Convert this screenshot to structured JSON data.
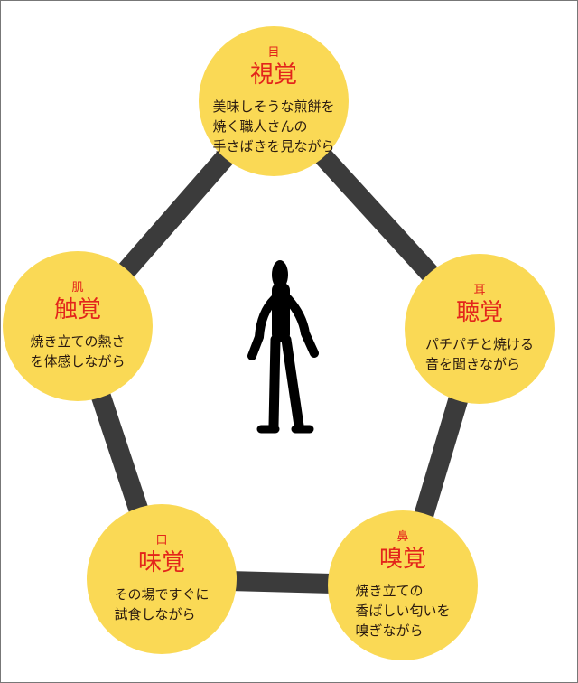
{
  "colors": {
    "circle": "#fad955",
    "accent": "#e3251b",
    "connector": "#3b3b3b",
    "figure": "#000000"
  },
  "figure": {
    "icon": "person-silhouette-icon"
  },
  "senses": [
    {
      "organ": "目",
      "sense": "視覚",
      "desc": "美味しそうな煎餅を\n焼く職人さんの\n手さばきを見ながら"
    },
    {
      "organ": "耳",
      "sense": "聴覚",
      "desc": "パチパチと焼ける\n音を聞きながら"
    },
    {
      "organ": "鼻",
      "sense": "嗅覚",
      "desc": "焼き立ての\n香ばしい匂いを\n嗅ぎながら"
    },
    {
      "organ": "口",
      "sense": "味覚",
      "desc": "その場ですぐに\n試食しながら"
    },
    {
      "organ": "肌",
      "sense": "触覚",
      "desc": "焼き立ての熱さ\nを体感しながら"
    }
  ]
}
